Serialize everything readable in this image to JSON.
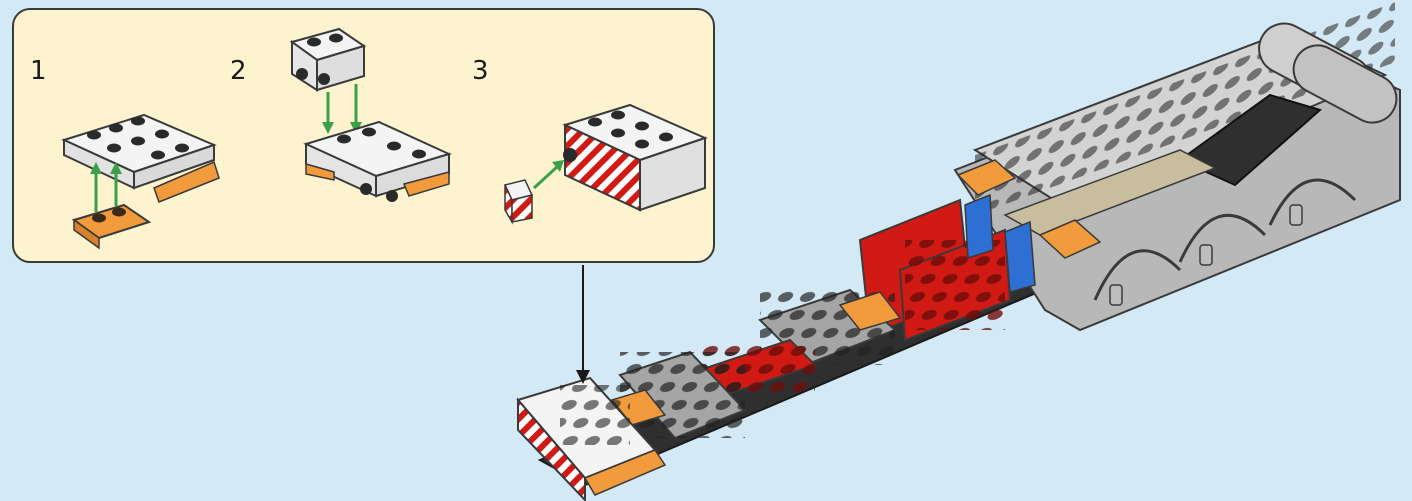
{
  "callout": {
    "steps": [
      {
        "number": "1"
      },
      {
        "number": "2"
      },
      {
        "number": "3"
      }
    ]
  },
  "colors": {
    "background": "#d3e9f6",
    "callout_fill": "#fdf3cf",
    "outline": "#3a3a3a",
    "arrow": "#3aa14a",
    "orange": "#f19b3c",
    "white": "#f4f4f4",
    "red": "#d21a14",
    "gray": "#a5a5a5",
    "dark": "#2f2f2f",
    "blue": "#2d6fd2",
    "tan": "#c9bda0"
  }
}
